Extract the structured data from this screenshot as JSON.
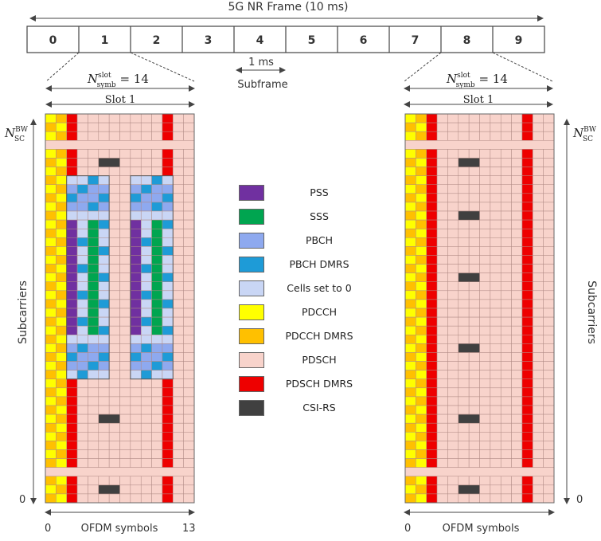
{
  "frame": {
    "title": "5G NR Frame (10 ms)",
    "subframes": [
      "0",
      "1",
      "2",
      "3",
      "4",
      "5",
      "6",
      "7",
      "8",
      "9"
    ],
    "subframe_duration": "1 ms",
    "subframe_label": "Subframe"
  },
  "slot_left": {
    "nsymb_base": "N",
    "nsymb_sup": "slot",
    "nsymb_sub": "symb",
    "nsymb_value": " = 14",
    "slot_label": "Slot 1"
  },
  "slot_right": {
    "nsymb_base": "N",
    "nsymb_sup": "slot",
    "nsymb_sub": "symb",
    "nsymb_value": " = 14",
    "slot_label": "Slot 1"
  },
  "axes": {
    "nsc_base": "N",
    "nsc_sup": "BW",
    "nsc_sub": "SC",
    "zero": "0",
    "subcarriers": "Subcarriers",
    "ofdm_left_start": "0",
    "ofdm_symbols": "OFDM symbols",
    "ofdm_left_end": "13",
    "ofdm_right_start": "0"
  },
  "legend": [
    {
      "label": "PSS",
      "color": "#7030a0"
    },
    {
      "label": "SSS",
      "color": "#00a550"
    },
    {
      "label": "PBCH",
      "color": "#8ea9ef"
    },
    {
      "label": "PBCH DMRS",
      "color": "#1e9bd7"
    },
    {
      "label": "Cells set to 0",
      "color": "#c9d6f5"
    },
    {
      "label": "PDCCH",
      "color": "#ffff00"
    },
    {
      "label": "PDCCH DMRS",
      "color": "#ffc000"
    },
    {
      "label": "PDSCH",
      "color": "#f8d3cb"
    },
    {
      "label": "PDSCH DMRS",
      "color": "#ee0000"
    },
    {
      "label": "CSI-RS",
      "color": "#404040"
    }
  ]
}
